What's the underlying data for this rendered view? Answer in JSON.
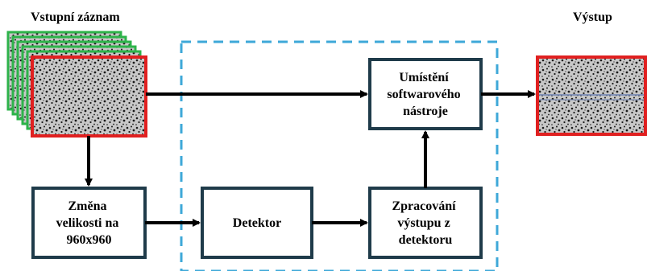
{
  "labels": {
    "input_title": "Vstupní záznam",
    "output_title": "Výstup"
  },
  "nodes": {
    "resize": {
      "lines": [
        "Změna",
        "velikosti na",
        "960x960"
      ]
    },
    "detector": {
      "lines": [
        "Detektor"
      ]
    },
    "processing": {
      "lines": [
        "Zpracování",
        "výstupu z",
        "detektoru"
      ]
    },
    "placement": {
      "lines": [
        "Umístění",
        "softwarového",
        "nástroje"
      ]
    }
  },
  "colors": {
    "frame_stack_border": "#2db34a",
    "current_frame_border": "#e02020",
    "output_frame_border": "#e02020",
    "dashed_region": "#3ea8d8",
    "box_border": "#1f3b4a",
    "arrow": "#000000",
    "texture_dark": "#1a1a1a",
    "texture_light": "#c8c8c8"
  }
}
